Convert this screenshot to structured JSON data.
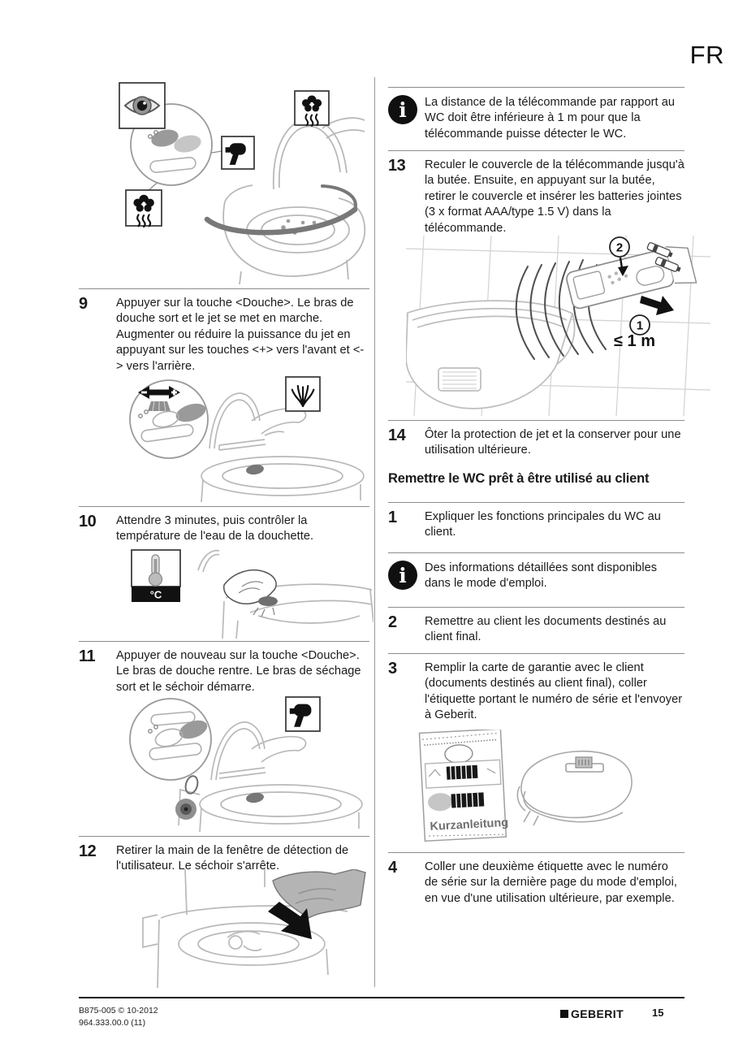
{
  "page": {
    "language_label": "FR",
    "page_number": "15",
    "footer": {
      "document_code": "B875-005 © 10-2012",
      "document_version": "964.333.00.0 (11)",
      "brand_logo": "GEBERIT"
    },
    "colors": {
      "ink": "#1a1a1a",
      "rule_gray": "#8c8c8c",
      "sketch_gray": "#b6b6b6"
    }
  },
  "icons": {
    "info_glyph": "i"
  },
  "left_column": {
    "steps": [
      {
        "number": "9",
        "text": "Appuyer sur la touche <Douche>. Le bras de douche sort et le jet se met en marche. Augmenter ou réduire la puissance du jet en appuyant sur les touches <+> vers l'avant et <-> vers l'arrière."
      },
      {
        "number": "10",
        "text": "Attendre 3 minutes, puis contrôler la température de l'eau de la douchette."
      },
      {
        "number": "11",
        "text": "Appuyer de nouveau sur la touche <Douche>. Le bras de douche rentre. Le bras de séchage sort et le séchoir démarre."
      },
      {
        "number": "12",
        "text": "Retirer la main de la fenêtre de détection de l'utilisateur. Le séchoir s'arrête."
      }
    ],
    "temperature_icon_label": "°C"
  },
  "right_column": {
    "info_note_1": "La distance de la télécommande par rapport au WC doit être inférieure à 1 m pour que la télécommande puisse détecter le WC.",
    "step_13": {
      "number": "13",
      "text": "Reculer le couvercle de la télécommande jusqu'à la butée. Ensuite, en appuyant sur la butée, retirer le couvercle et insérer les batteries jointes (3 x format AAA/type 1.5 V) dans la télécommande."
    },
    "remote_illustration": {
      "distance_label": "≤ 1 m",
      "callout_1": "1",
      "callout_2": "2"
    },
    "step_14": {
      "number": "14",
      "text": "Ôter la protection de jet et la conserver pour une utilisation ultérieure."
    },
    "section_heading": "Remettre le WC prêt à être utilisé au client",
    "handover_steps": [
      {
        "number": "1",
        "text": "Expliquer les fonctions principales du WC au client."
      },
      {
        "number": "2",
        "text": "Remettre au client les documents destinés au client final."
      },
      {
        "number": "3",
        "text": "Remplir la carte de garantie avec le client (documents destinés au client final), coller l'étiquette portant le numéro de série et l'envoyer à Geberit."
      },
      {
        "number": "4",
        "text": "Coller une deuxième étiquette avec le numéro de série sur la dernière page du mode d'emploi, en vue d'une utilisation ultérieure, par exemple."
      }
    ],
    "info_note_2": "Des informations détaillées sont disponibles dans le mode d'emploi.",
    "booklet_illustration": {
      "booklet_title": "Kurzanleitung"
    }
  }
}
